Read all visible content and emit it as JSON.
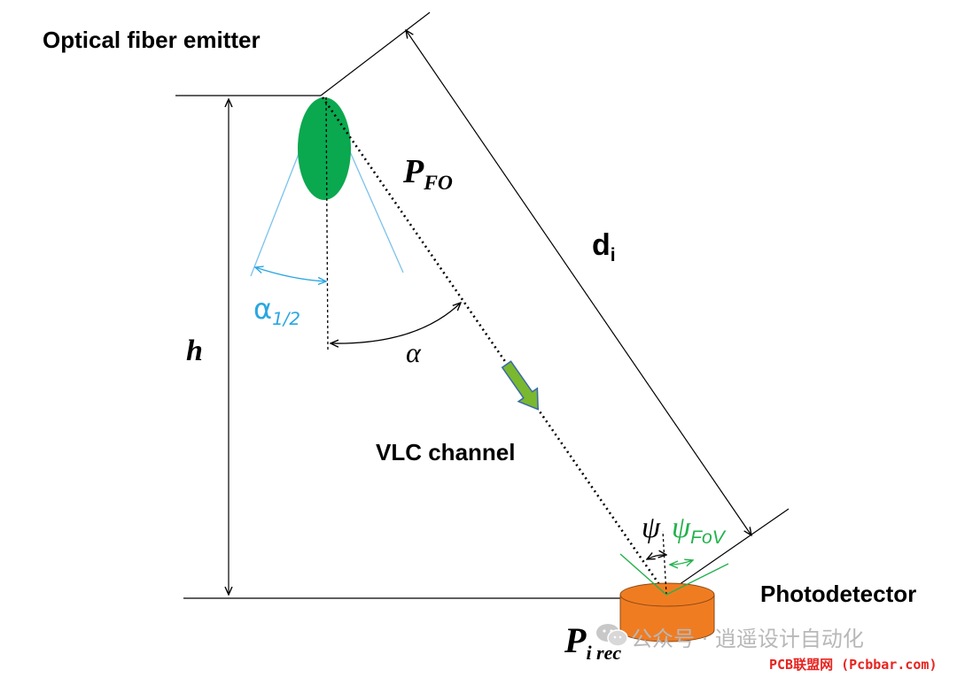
{
  "labels": {
    "emitter": "Optical fiber emitter",
    "height": "h",
    "power_main": "P",
    "power_sub": "FO",
    "distance_main": "d",
    "distance_sub": "i",
    "half_angle_main": "α",
    "half_angle_sub": "1/2",
    "irradiance_angle": "α",
    "channel": "VLC channel",
    "incidence_angle": "ψ",
    "fov_main": "ψ",
    "fov_sub": "FoV",
    "photodetector": "Photodetector",
    "received_main": "P",
    "received_sub": "i rec"
  },
  "watermark": {
    "text": "公众号 · 逍遥设计自动化",
    "site": "PCB联盟网 (Pcbbar.com)"
  },
  "colors": {
    "emitter_fill": "#0aa84f",
    "beam_cone": "#7cc2ea",
    "half_angle": "#2aa7e0",
    "fov": "#22b24c",
    "detector_fill": "#f07c22",
    "detector_stroke": "#8a4a14",
    "arrow_fill": "#7ab82f",
    "arrow_stroke": "#3a6aa8",
    "line": "#000000"
  },
  "icons": {
    "wechat": "wechat-icon"
  }
}
